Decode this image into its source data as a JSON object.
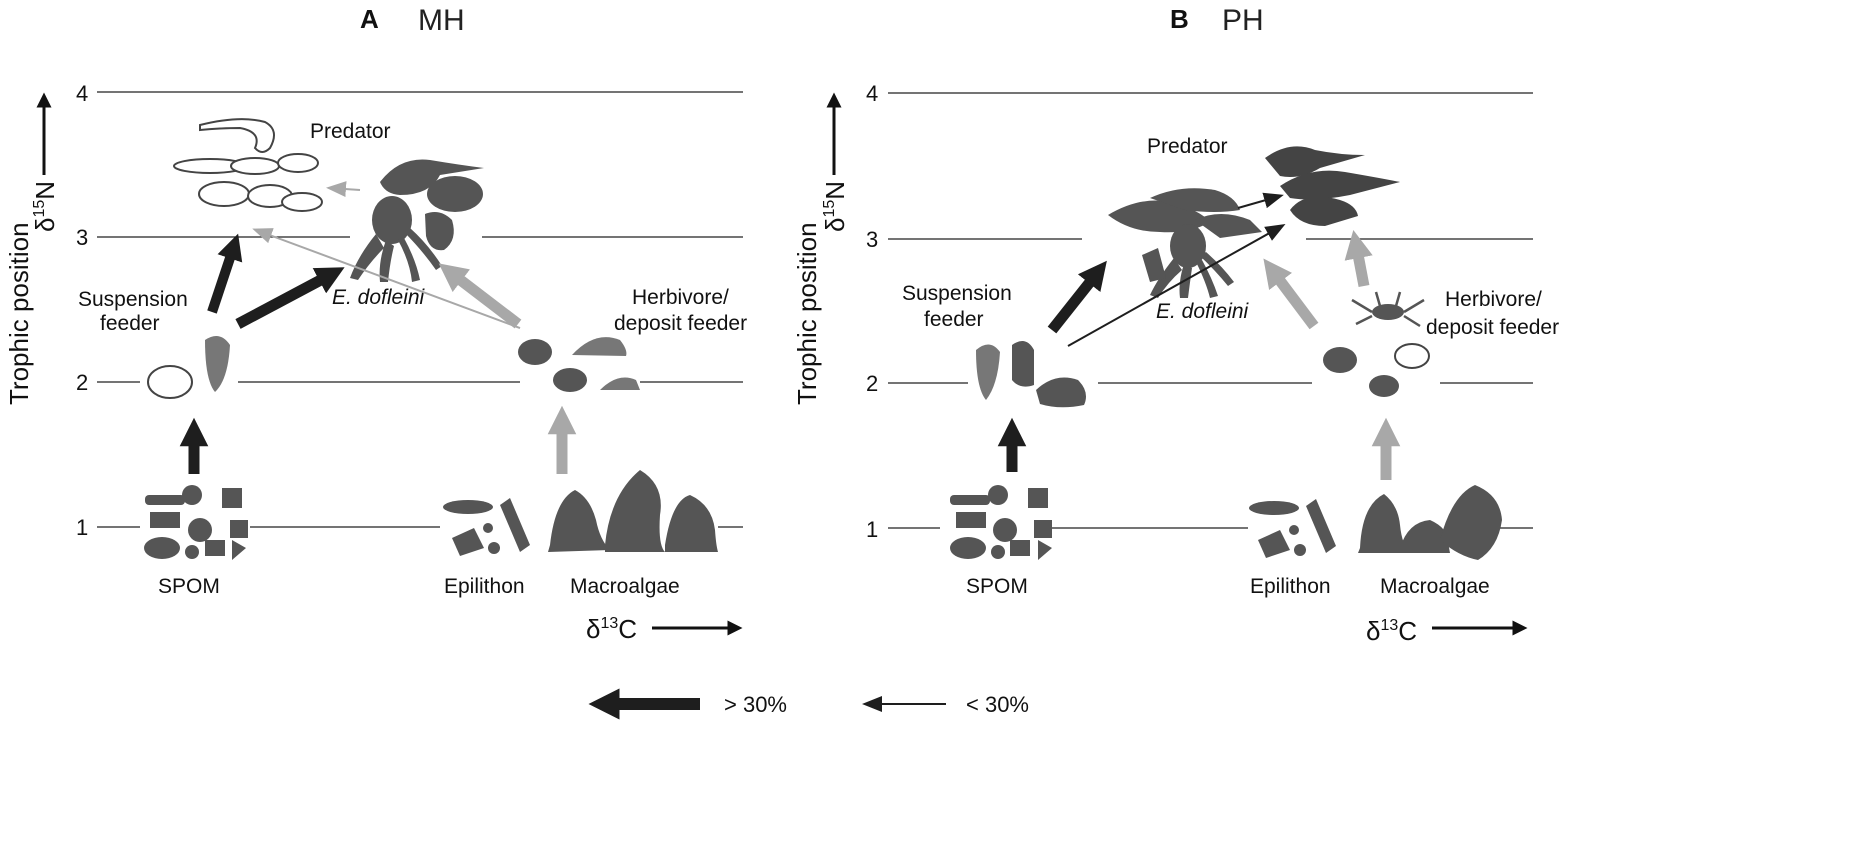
{
  "y_axis": {
    "label": "Trophic position",
    "isotope": "δ15N",
    "ticks": [
      "1",
      "2",
      "3",
      "4"
    ]
  },
  "x_axis": {
    "isotope": "δ13C"
  },
  "panels": [
    {
      "letter": "A",
      "site": "MH",
      "labels": {
        "predator": "Predator",
        "species": "E. dofleini",
        "suspension": [
          "Suspension",
          "feeder"
        ],
        "herbivore": [
          "Herbivore/",
          "deposit feeder"
        ],
        "spom": "SPOM",
        "epilithon": "Epilithon",
        "macroalgae": "Macroalgae"
      }
    },
    {
      "letter": "B",
      "site": "PH",
      "labels": {
        "predator": "Predator",
        "species": "E. dofleini",
        "suspension": [
          "Suspension",
          "feeder"
        ],
        "herbivore": [
          "Herbivore/",
          "deposit feeder"
        ],
        "spom": "SPOM",
        "epilithon": "Epilithon",
        "macroalgae": "Macroalgae"
      }
    }
  ],
  "legend": {
    "thick": "> 30%",
    "thin": "< 30%"
  },
  "colors": {
    "dark_arrow": "#1e1e1e",
    "light_arrow": "#a8a8a8",
    "silhouette": "#555555"
  }
}
